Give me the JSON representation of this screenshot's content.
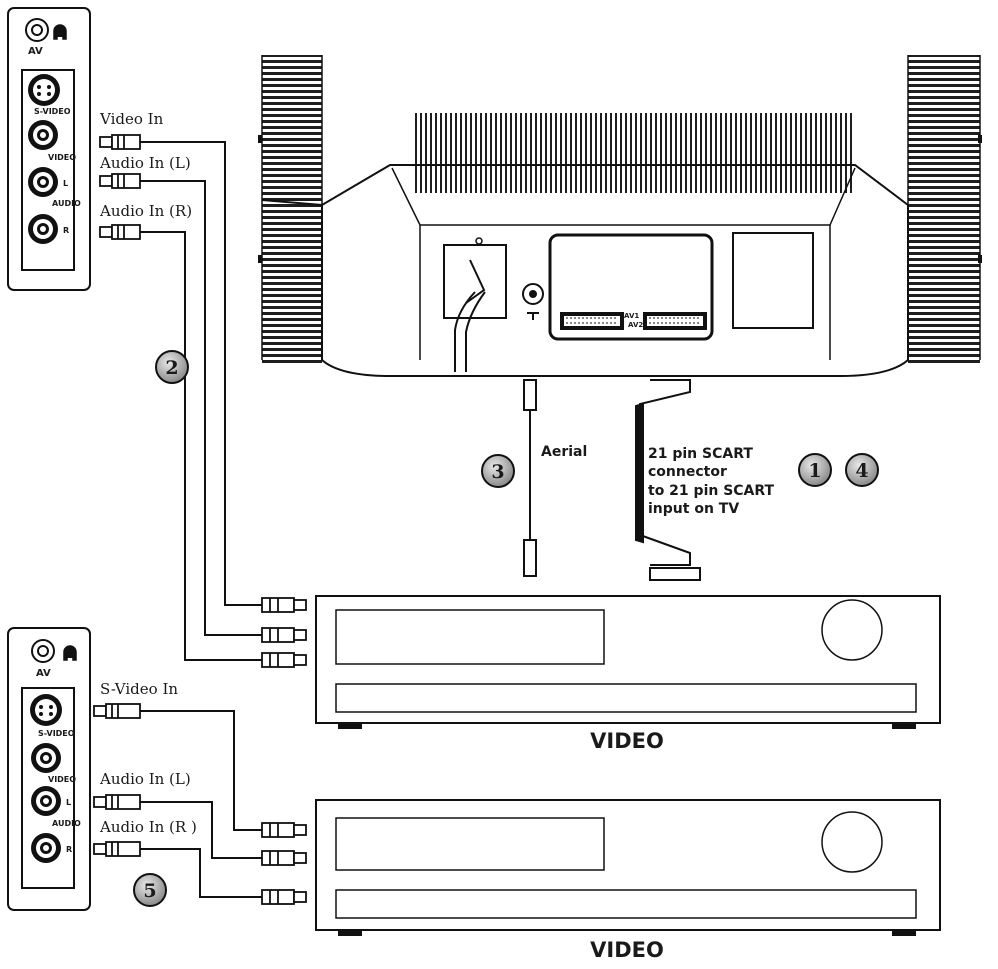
{
  "panel_top": {
    "av": "AV",
    "svideo": "S-VIDEO",
    "video": "VIDEO",
    "l": "L",
    "audio": "AUDIO",
    "r": "R"
  },
  "panel_bottom": {
    "av": "AV",
    "svideo": "S-VIDEO",
    "video": "VIDEO",
    "l": "L",
    "audio": "AUDIO",
    "r": "R"
  },
  "cables_top": {
    "video_in": "Video In",
    "audio_l": "Audio In (L)",
    "audio_r": "Audio In (R)"
  },
  "cables_bottom": {
    "svideo_in": "S-Video In",
    "audio_l": "Audio In (L)",
    "audio_r": "Audio In (R )"
  },
  "tv": {
    "av1": "AV1",
    "av2": "AV2"
  },
  "aerial_label": "Aerial",
  "scart_label": {
    "line1": "21 pin SCART",
    "line2": "connector",
    "line3": "to 21 pin SCART",
    "line4": "input on TV"
  },
  "badges": {
    "n1": "1",
    "n2": "2",
    "n3": "3",
    "n4": "4",
    "n5": "5"
  },
  "devices": {
    "top_label": "VIDEO",
    "bottom_label": "VIDEO"
  }
}
